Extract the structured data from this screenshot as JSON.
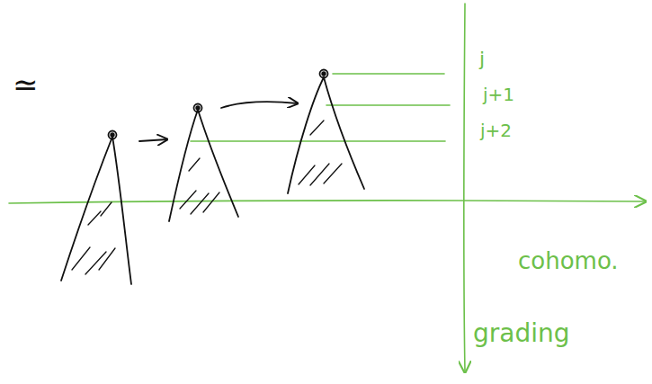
{
  "diagram": {
    "labels": [
      "≃",
      "j",
      "j+1",
      "j+2",
      "cohomo.",
      "grading"
    ]
  }
}
